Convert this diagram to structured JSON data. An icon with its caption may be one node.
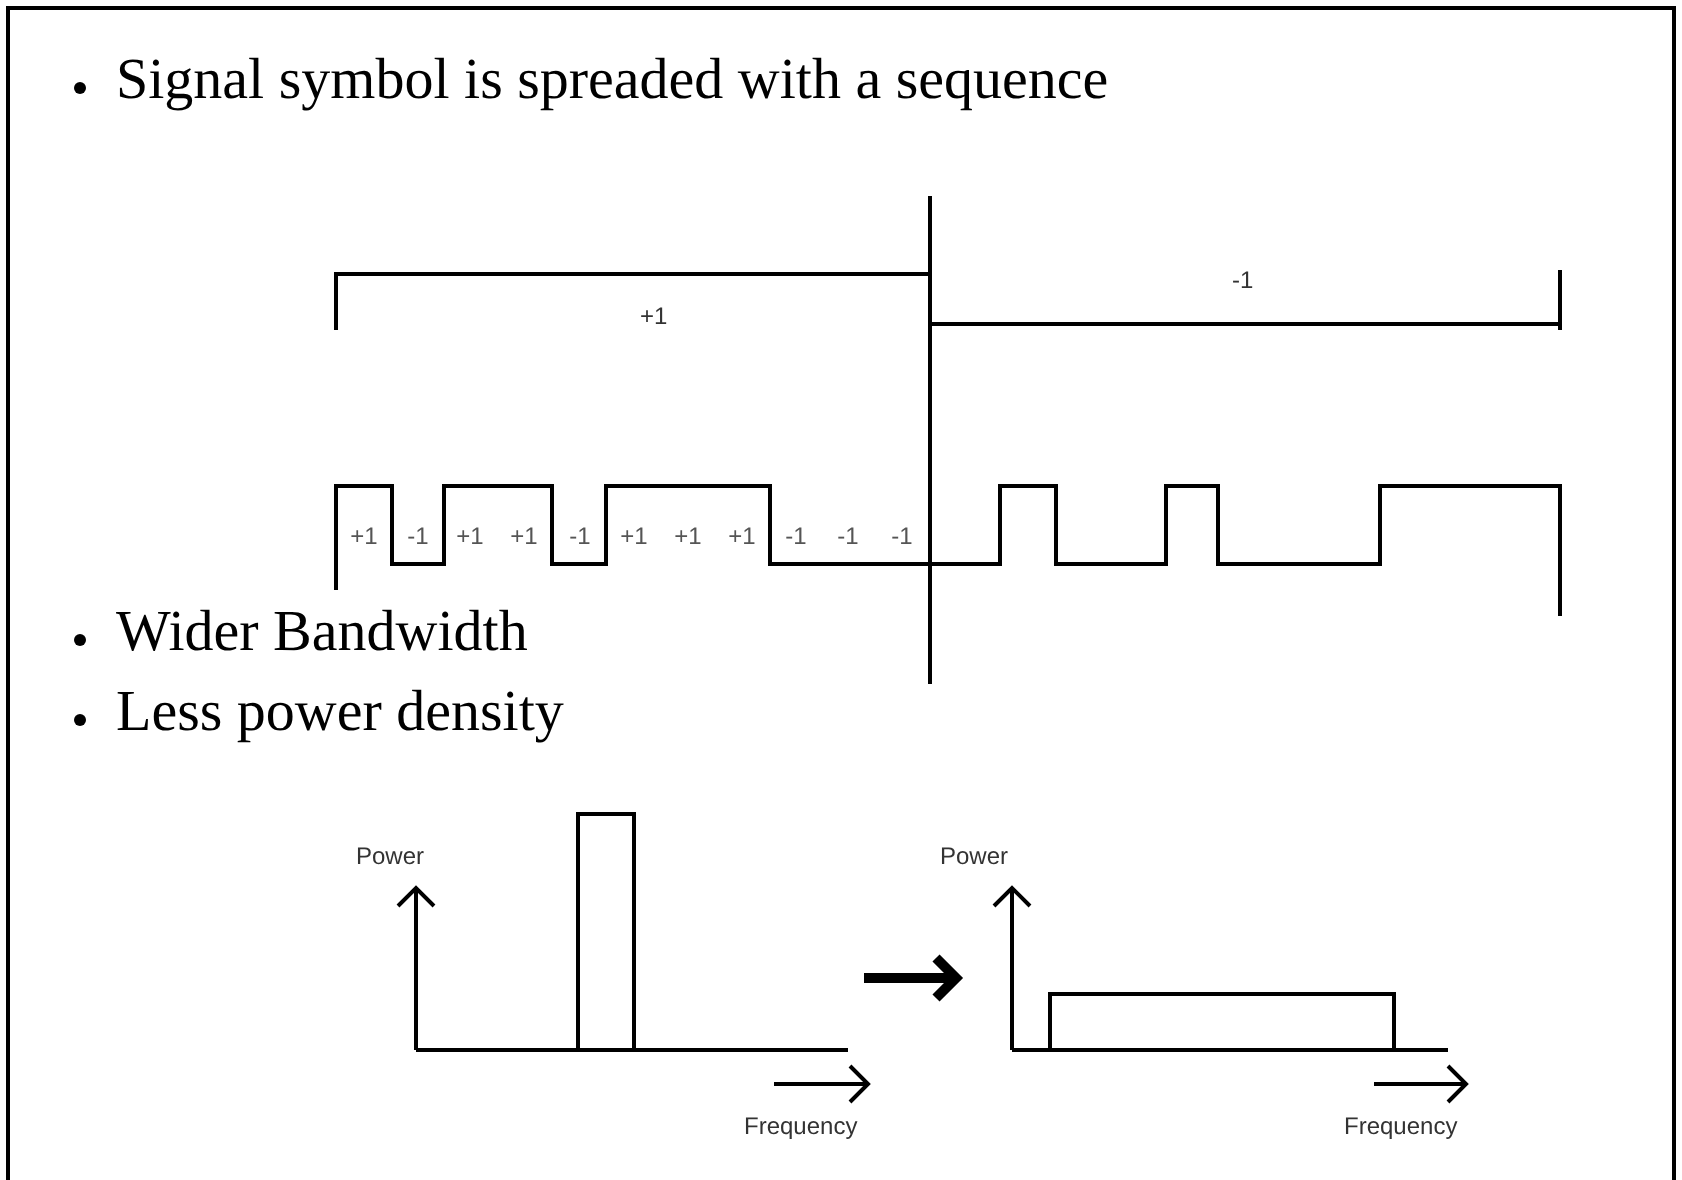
{
  "diagram": {
    "labels": [
      "Signal symbol is spreaded with a sequence",
      "+1",
      "-1",
      "+1",
      "-1",
      "+1",
      "+1",
      "-1",
      "+1",
      "+1",
      "+1",
      "-1",
      "-1",
      "-1",
      "Wider Bandwidth",
      "Less power density",
      "Power",
      "Power",
      "Frequency",
      "Frequency"
    ]
  }
}
